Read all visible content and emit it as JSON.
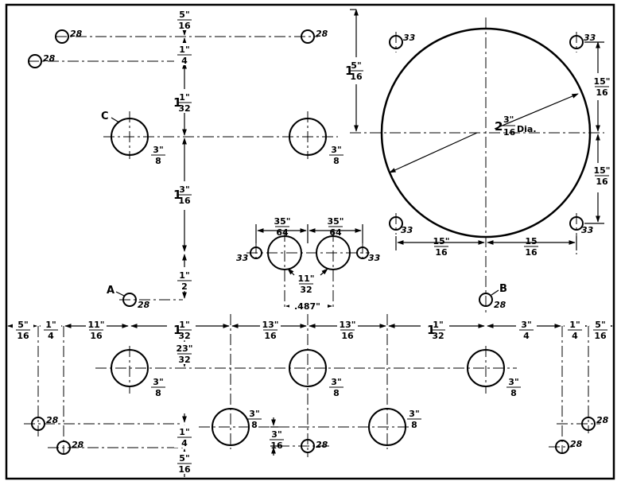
{
  "gauge_28": "28",
  "gauge_33": "33",
  "hole_3_8": {
    "num": "3\"",
    "den": "8"
  },
  "label_a": "A",
  "label_b": "B",
  "label_c": "C",
  "dim_5_16": {
    "num": "5\"",
    "den": "16"
  },
  "dim_1_4": {
    "num": "1\"",
    "den": "4"
  },
  "dim_1_1_32": {
    "whole": "1",
    "num": "1\"",
    "den": "32"
  },
  "dim_1_3_16": {
    "whole": "1",
    "num": "3\"",
    "den": "16"
  },
  "dim_1_2": {
    "num": "1\"",
    "den": "2"
  },
  "dim_1_5_16": {
    "whole": "1",
    "num": "5\"",
    "den": "16"
  },
  "dim_15_16_quote": {
    "num": "15\"",
    "den": "16"
  },
  "dim_15_16": {
    "num": "15",
    "den": "16"
  },
  "dim_35_64": {
    "num": "35\"",
    "den": "64"
  },
  "dim_11_32": {
    "num": "11\"",
    "den": "32"
  },
  "dim_487": ".487\"",
  "dim_11_16": {
    "num": "11\"",
    "den": "16"
  },
  "dim_13_16": {
    "num": "13\"",
    "den": "16"
  },
  "dim_3_4": {
    "num": "3\"",
    "den": "4"
  },
  "dim_23_32": {
    "num": "23\"",
    "den": "32"
  },
  "dim_3_16": {
    "num": "3\"",
    "den": "16"
  },
  "big_dia": {
    "whole": "2",
    "num": "3\"",
    "den": "16",
    "suffix": "Dia."
  }
}
